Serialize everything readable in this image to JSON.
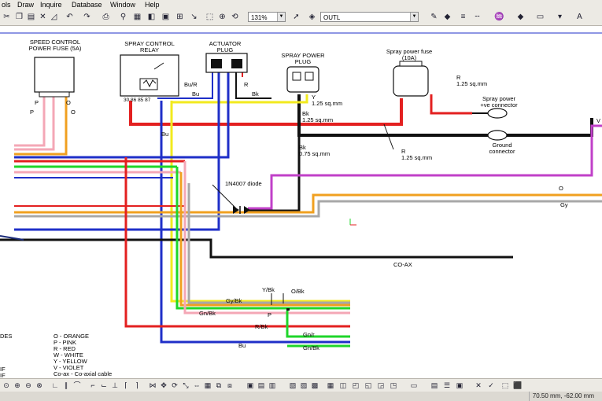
{
  "menu": [
    "ols",
    "Draw",
    "Inquire",
    "Database",
    "Window",
    "Help"
  ],
  "toolbar": {
    "zoom": "131%",
    "layer": "OUTL"
  },
  "status": {
    "coord": "70.50 mm, -62.00 mm"
  },
  "components": {
    "speed_fuse": [
      "SPEED CONTROL",
      "POWER FUSE (5A)"
    ],
    "relay": [
      "SPRAY CONTROL",
      "RELAY"
    ],
    "relay_pins": "30 86   85 87",
    "actuator": [
      "ACTUATOR",
      "PLUG"
    ],
    "spray_plug": [
      "SPRAY POWER",
      "PLUG"
    ],
    "spray_fuse": [
      "Spray power fuse",
      "(10A)"
    ],
    "pos_connector": [
      "Spray power",
      "+ve connector"
    ],
    "ground_connector": [
      "Ground",
      "connector"
    ],
    "diode": "1N4007 diode"
  },
  "labels": {
    "p1": "P",
    "o1": "O",
    "p2": "P",
    "o2": "O",
    "bu_r": "Bu/R",
    "r_act": "R",
    "bu_act": "Bu",
    "bk_act": "Bk",
    "bu_relay": "Bu",
    "y": "Y",
    "y_size": "1.25 sq.mm",
    "bk1": "Bk",
    "bk1_size": "1.25 sq.mm",
    "bk2": "Bk",
    "bk2_size": "0.75 sq.mm",
    "r_fuse": "R",
    "r_fuse_size": "1.25 sq.mm",
    "r_main": "R",
    "r_main_size": "1.25 sq.mm",
    "o_right": "O",
    "gy_right": "Gy",
    "v_right": "V",
    "coax": "CO-AX",
    "y_bk": "Y/Bk",
    "o_bk": "O/Bk",
    "gy_bk": "Gy/Bk",
    "gn_bk1": "Gn/Bk",
    "p_bot": "P",
    "r_bk": "R/Bk",
    "gn_r": "Gn/r",
    "gn_bk2": "Gn/Bk",
    "bu_bot": "Bu"
  },
  "legend": {
    "title": "DES",
    "items": [
      "O - ORANGE",
      "P - PINK",
      "R - RED",
      "W - WHITE",
      "Y - YELLOW",
      "V - VIOLET",
      "Co-ax - Co-axial cable"
    ],
    "left_marks": [
      "IF",
      "IF"
    ]
  },
  "colors": {
    "pink": "#f4a7b6",
    "orange": "#f0a020",
    "red": "#e32020",
    "yellow": "#f2ea1e",
    "blue": "#1f2fc8",
    "green": "#1fd62a",
    "gray": "#a8a8a8",
    "violet": "#c040c8",
    "black": "#111111",
    "darkblue": "#1a2a78"
  }
}
